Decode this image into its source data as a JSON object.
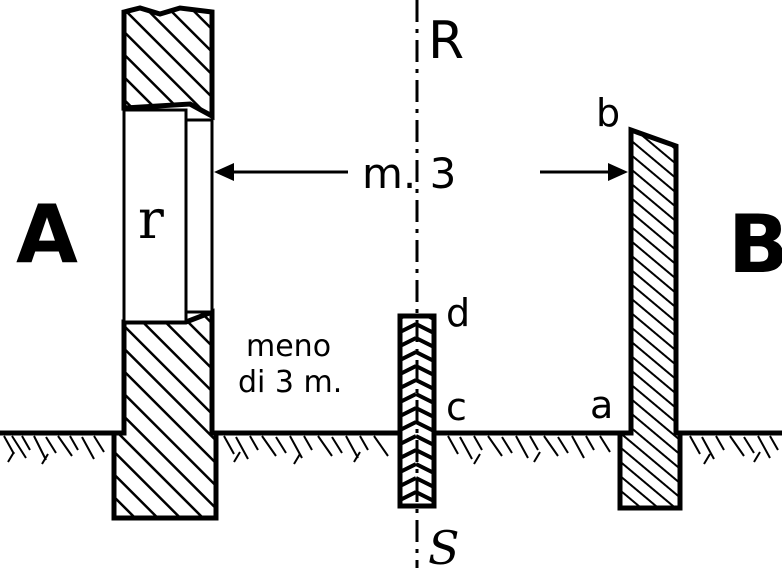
{
  "labels": {
    "side_left": "A",
    "side_right": "B",
    "window": "r",
    "axis_top": "R",
    "axis_bottom": "S",
    "distance": "m. 3",
    "distance_note_line1": "meno",
    "distance_note_line2": "di 3 m.",
    "point_a": "a",
    "point_b": "b",
    "point_c": "c",
    "point_d": "d"
  },
  "colors": {
    "ink": "#000000",
    "paper": "#ffffff"
  }
}
